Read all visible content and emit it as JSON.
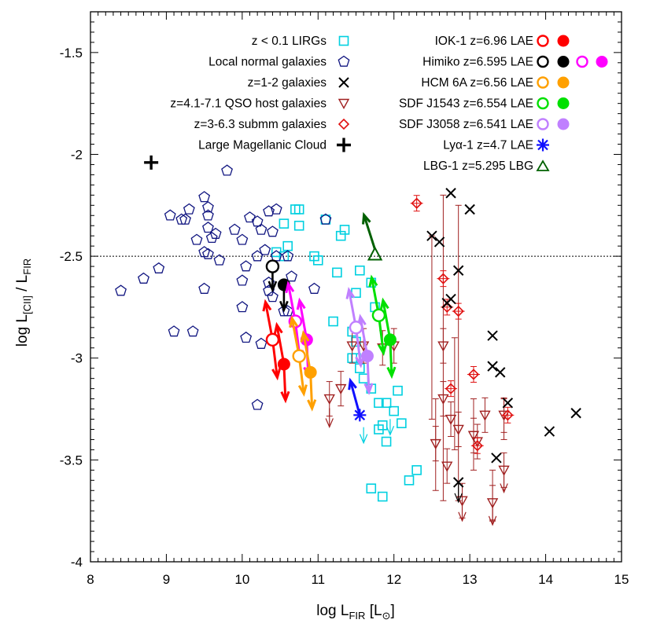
{
  "chart_data": {
    "type": "scatter",
    "xlabel": {
      "prefix": "log L",
      "sub": "FIR",
      "suffix": " [L",
      "sub2": "⊙",
      "close": "]"
    },
    "ylabel": {
      "prefix": "log L",
      "sub1": "[CII]",
      "mid": " / L",
      "sub2": "FIR"
    },
    "xlim": [
      8,
      15
    ],
    "ylim": [
      -4,
      -1.3
    ],
    "x_ticks": [
      8,
      9,
      10,
      11,
      12,
      13,
      14,
      15
    ],
    "y_ticks": [
      -1.5,
      -2,
      -2.5,
      -3,
      -3.5,
      -4
    ],
    "x_tick_labels": [
      "8",
      "9",
      "10",
      "11",
      "12",
      "13",
      "14",
      "15"
    ],
    "y_tick_labels": [
      "-1.5",
      "-2",
      "-2.5",
      "-3",
      "-3.5",
      "-4"
    ],
    "reference_line": {
      "y": -2.5,
      "style": "dotted"
    },
    "legend_left": [
      "z < 0.1 LIRGs",
      "Local normal galaxies",
      "z=1-2 galaxies",
      "z=4.1-7.1 QSO host galaxies",
      "z=3-6.3 submm galaxies",
      "Large Magellanic Cloud"
    ],
    "legend_right": [
      "IOK-1 z=6.96 LAE",
      "Himiko z=6.595 LAE",
      "HCM 6A z=6.56 LAE",
      "SDF J1543 z=6.554 LAE",
      "SDF J3058 z=6.541 LAE",
      "Lyα-1 z=4.7 LAE",
      "LBG-1 z=5.295 LBG"
    ],
    "colors": {
      "lirgs": "#00d0e0",
      "normal": "#101580",
      "z12": "#000000",
      "qso": "#a02020",
      "smg": "#e01010",
      "lmc": "#000000",
      "iok1": "#ff0000",
      "himiko": "#000000",
      "himiko2": "#ff00ff",
      "hcm6a": "#ffa000",
      "j1543": "#00e000",
      "j3058": "#c080ff",
      "lya1": "#1010ff",
      "lbg1": "#006000"
    },
    "series": [
      {
        "key": "lirgs",
        "points": [
          [
            10.7,
            -2.27
          ],
          [
            10.75,
            -2.27
          ],
          [
            10.55,
            -2.34
          ],
          [
            10.75,
            -2.35
          ],
          [
            10.6,
            -2.45
          ],
          [
            10.45,
            -2.48
          ],
          [
            10.55,
            -2.5
          ],
          [
            11.0,
            -2.52
          ],
          [
            10.95,
            -2.5
          ],
          [
            11.1,
            -2.32
          ],
          [
            11.3,
            -2.4
          ],
          [
            11.35,
            -2.37
          ],
          [
            11.25,
            -2.58
          ],
          [
            11.55,
            -2.57
          ],
          [
            11.7,
            -2.63
          ],
          [
            11.5,
            -2.68
          ],
          [
            11.75,
            -2.75
          ],
          [
            11.2,
            -2.82
          ],
          [
            11.45,
            -2.87
          ],
          [
            11.5,
            -2.92
          ],
          [
            11.5,
            -3.0
          ],
          [
            11.45,
            -3.0
          ],
          [
            11.55,
            -3.05
          ],
          [
            11.6,
            -3.1
          ],
          [
            11.7,
            -3.15
          ],
          [
            11.8,
            -3.22
          ],
          [
            11.9,
            -3.22
          ],
          [
            11.85,
            -3.33
          ],
          [
            11.8,
            -3.35
          ],
          [
            12.05,
            -3.16
          ],
          [
            12.0,
            -3.26
          ],
          [
            12.1,
            -3.32
          ],
          [
            11.9,
            -3.41
          ],
          [
            11.7,
            -3.64
          ],
          [
            11.85,
            -3.68
          ],
          [
            12.2,
            -3.6
          ],
          [
            12.3,
            -3.55
          ]
        ],
        "upper_limits": [
          [
            11.6,
            -3.37
          ],
          [
            11.95,
            -3.33
          ]
        ]
      },
      {
        "key": "normal",
        "points": [
          [
            8.4,
            -2.67
          ],
          [
            8.7,
            -2.61
          ],
          [
            8.9,
            -2.56
          ],
          [
            9.05,
            -2.3
          ],
          [
            9.2,
            -2.32
          ],
          [
            9.25,
            -2.32
          ],
          [
            9.3,
            -2.27
          ],
          [
            9.4,
            -2.42
          ],
          [
            9.5,
            -2.21
          ],
          [
            9.55,
            -2.26
          ],
          [
            9.55,
            -2.3
          ],
          [
            9.55,
            -2.36
          ],
          [
            9.5,
            -2.48
          ],
          [
            9.55,
            -2.49
          ],
          [
            9.6,
            -2.41
          ],
          [
            9.65,
            -2.39
          ],
          [
            9.7,
            -2.52
          ],
          [
            9.8,
            -2.08
          ],
          [
            9.9,
            -2.37
          ],
          [
            10.0,
            -2.42
          ],
          [
            10.05,
            -2.55
          ],
          [
            10.1,
            -2.31
          ],
          [
            10.2,
            -2.33
          ],
          [
            10.25,
            -2.37
          ],
          [
            10.2,
            -2.5
          ],
          [
            10.3,
            -2.47
          ],
          [
            10.35,
            -2.28
          ],
          [
            10.45,
            -2.27
          ],
          [
            10.4,
            -2.38
          ],
          [
            10.35,
            -2.63
          ],
          [
            10.35,
            -2.67
          ],
          [
            10.4,
            -2.7
          ],
          [
            10.0,
            -2.75
          ],
          [
            10.05,
            -2.9
          ],
          [
            10.25,
            -2.93
          ],
          [
            10.55,
            -2.77
          ],
          [
            10.6,
            -2.77
          ],
          [
            10.0,
            -2.62
          ],
          [
            9.5,
            -2.66
          ],
          [
            9.1,
            -2.87
          ],
          [
            9.35,
            -2.87
          ],
          [
            10.2,
            -3.23
          ],
          [
            10.95,
            -2.66
          ],
          [
            11.1,
            -2.32
          ],
          [
            10.65,
            -2.6
          ],
          [
            10.6,
            -2.5
          ],
          [
            10.45,
            -2.5
          ]
        ]
      },
      {
        "key": "z12",
        "points": [
          [
            12.5,
            -2.4
          ],
          [
            12.6,
            -2.43
          ],
          [
            12.75,
            -2.19
          ],
          [
            13.0,
            -2.27
          ],
          [
            12.85,
            -2.57
          ],
          [
            12.75,
            -2.71
          ],
          [
            12.7,
            -2.73
          ],
          [
            13.3,
            -2.89
          ],
          [
            13.3,
            -3.04
          ],
          [
            13.4,
            -3.07
          ],
          [
            13.5,
            -3.22
          ],
          [
            13.35,
            -3.49
          ],
          [
            12.85,
            -3.61
          ],
          [
            14.05,
            -3.36
          ],
          [
            14.4,
            -3.27
          ]
        ],
        "upper_limits": [
          [
            12.85,
            -3.66
          ]
        ]
      },
      {
        "key": "qso",
        "points": [
          [
            11.45,
            -2.94
          ],
          [
            11.6,
            -2.94
          ],
          [
            11.85,
            -2.95
          ],
          [
            12.0,
            -2.94
          ],
          [
            12.65,
            -2.94
          ],
          [
            12.65,
            -3.2
          ],
          [
            12.75,
            -3.3
          ],
          [
            12.85,
            -3.35
          ],
          [
            13.05,
            -3.38
          ],
          [
            13.1,
            -3.41
          ],
          [
            13.2,
            -3.28
          ],
          [
            13.45,
            -3.28
          ],
          [
            12.55,
            -3.42
          ],
          [
            12.7,
            -3.53
          ],
          [
            12.9,
            -3.7
          ],
          [
            13.3,
            -3.71
          ],
          [
            13.45,
            -3.55
          ],
          [
            11.15,
            -3.2
          ],
          [
            11.3,
            -3.15
          ]
        ],
        "upper_limits": [
          [
            11.15,
            -3.3
          ],
          [
            12.9,
            -3.76
          ],
          [
            13.3,
            -3.78
          ],
          [
            13.45,
            -3.62
          ]
        ]
      },
      {
        "key": "smg",
        "points": [
          [
            12.3,
            -2.24
          ],
          [
            12.65,
            -2.61
          ],
          [
            12.7,
            -2.75
          ],
          [
            12.85,
            -2.77
          ],
          [
            12.75,
            -3.15
          ],
          [
            13.05,
            -3.08
          ],
          [
            13.1,
            -3.43
          ],
          [
            13.5,
            -3.28
          ]
        ]
      },
      {
        "key": "lmc",
        "points": [
          [
            8.8,
            -2.04
          ]
        ]
      },
      {
        "key": "iok1",
        "open": [
          [
            10.4,
            -2.91
          ]
        ],
        "filled": [
          [
            10.55,
            -3.03
          ]
        ]
      },
      {
        "key": "himiko",
        "open": [
          [
            10.4,
            -2.55
          ]
        ],
        "filled": [
          [
            10.55,
            -2.64
          ]
        ]
      },
      {
        "key": "himiko2",
        "open": [
          [
            10.7,
            -2.82
          ]
        ],
        "filled": [
          [
            10.85,
            -2.91
          ]
        ]
      },
      {
        "key": "hcm6a",
        "open": [
          [
            10.75,
            -2.99
          ]
        ],
        "filled": [
          [
            10.9,
            -3.07
          ]
        ]
      },
      {
        "key": "j1543",
        "open": [
          [
            11.8,
            -2.79
          ]
        ],
        "filled": [
          [
            11.95,
            -2.91
          ]
        ]
      },
      {
        "key": "j3058",
        "open": [
          [
            11.5,
            -2.85
          ]
        ],
        "filled": [
          [
            11.65,
            -2.99
          ]
        ]
      },
      {
        "key": "lya1",
        "points": [
          [
            11.55,
            -3.28
          ]
        ]
      },
      {
        "key": "lbg1",
        "points": [
          [
            11.75,
            -2.49
          ]
        ]
      }
    ]
  }
}
